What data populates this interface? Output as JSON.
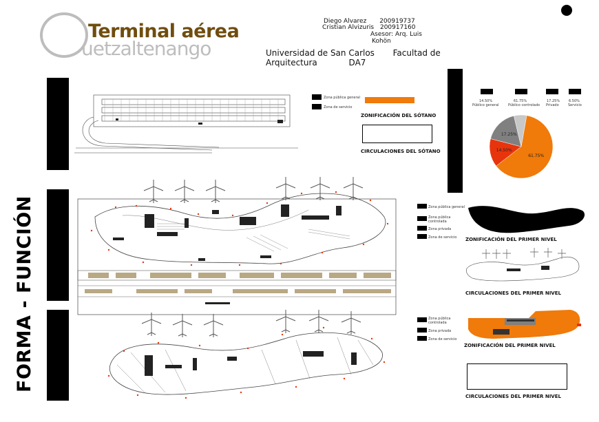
{
  "logo": {
    "main": "Terminal aérea",
    "sub": "uetzaltenango"
  },
  "authors": [
    {
      "name": "Diego Alvarez",
      "id": "200919737"
    },
    {
      "name": "Cristian Alvizuris",
      "id": "200917160"
    }
  ],
  "advisor": {
    "line1": "Asesor: Arq. Luis",
    "line2": "Kohön"
  },
  "institution": {
    "line1": "Universidad de San Carlos       Facultad de",
    "line2": "Arquitectura            DA7"
  },
  "vertical_title": "FORMA - FUNCIÓN",
  "basement": {
    "legend": [
      "Zona pública general",
      "Zona de servicio"
    ],
    "zoning_label": "ZONIFICACIÓN DEL SÓTANO",
    "circulation_label": "CIRCULACIONES DEL SÓTANO"
  },
  "first_level": {
    "legend": [
      "Zona pública general",
      "Zona pública controlada",
      "Zona privada",
      "Zona de servicio"
    ],
    "zoning_label": "ZONIFICACIÓN DEL PRIMER NIVEL",
    "circulation_label": "CIRCULACIONES DEL PRIMER NIVEL"
  },
  "second_level": {
    "legend": [
      "Zona pública controlada",
      "Zona privada",
      "Zona de servicio"
    ],
    "zoning_label": "ZONIFICACIÓN DEL PRIMER NIVEL",
    "circulation_label": "CIRCULACIONES DEL PRIMER NIVEL"
  },
  "pie": {
    "legend": [
      {
        "pct": "14.50%",
        "name": "Público general"
      },
      {
        "pct": "61.75%",
        "name": "Público controlado"
      },
      {
        "pct": "17.25%",
        "name": "Privado"
      },
      {
        "pct": "6.50%",
        "name": "Servicio"
      }
    ],
    "slices": [
      {
        "label": "61.75%",
        "value": 61.75,
        "color": "#f07a0a"
      },
      {
        "label": "14.50%",
        "value": 14.5,
        "color": "#e8340c"
      },
      {
        "label": "17.25%",
        "value": 17.25,
        "color": "#808080"
      },
      {
        "label": "",
        "value": 6.5,
        "color": "#c8c8c8"
      }
    ]
  },
  "colors": {
    "orange": "#f07a0a",
    "red": "#e8340c",
    "logo_brown": "#6f4d0f",
    "logo_gray": "#bdbdbd"
  }
}
